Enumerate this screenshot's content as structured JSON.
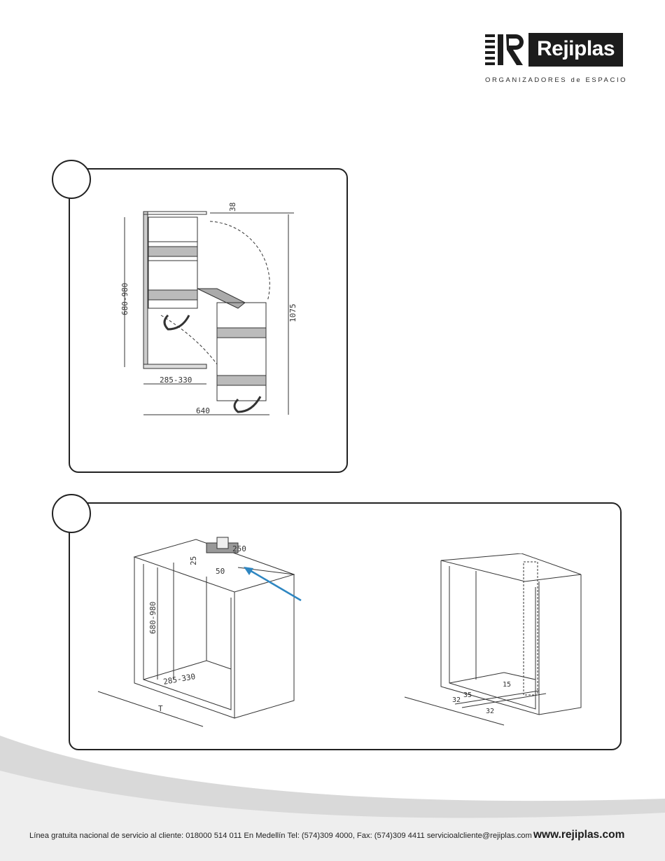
{
  "brand": {
    "name": "Rejiplas",
    "tagline": "ORGANIZADORES de ESPACIO"
  },
  "diagram_1": {
    "labels": {
      "height": "680-980",
      "depth": "285-330",
      "width": "640",
      "total_height": "1075",
      "offset": "38"
    }
  },
  "diagram_2": {
    "left_labels": {
      "height": "680-980",
      "depth": "285-330",
      "bracket_width": "250",
      "bracket_height": "25",
      "bracket_offset": "50",
      "t_label": "T"
    },
    "right_labels": {
      "a": "32",
      "b": "35",
      "c": "32",
      "d": "15"
    },
    "arrow_color": "#2e86c1"
  },
  "footer": {
    "contact": "Línea gratuita nacional de servicio al cliente: 018000 514 011  En Medellín Tel: (574)309 4000, Fax: (574)309 4411  servicioalcliente@rejiplas.com",
    "url": "www.rejiplas.com"
  }
}
